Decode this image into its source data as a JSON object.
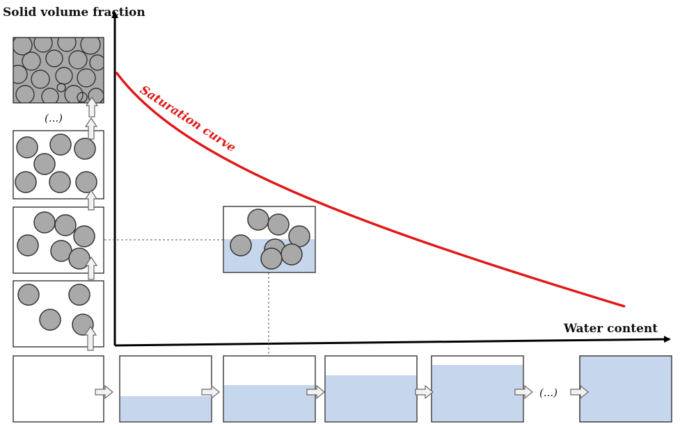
{
  "y_axis_label": "Solid volume fraction",
  "x_axis_label": "Water content",
  "curve_label": "Saturation curve",
  "ellipsis_text": "(...)",
  "colors": {
    "curve": "#e01818",
    "water": "#c6d6ec",
    "grain": "#a9a9a9",
    "axis": "#000000"
  }
}
